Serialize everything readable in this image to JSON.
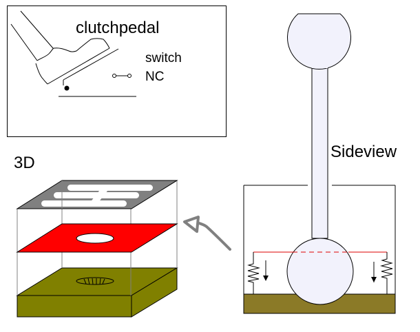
{
  "panels": {
    "clutch": {
      "title": "clutchpedal",
      "switch_label": "switch",
      "switch_state": "NC"
    },
    "three_d": {
      "title": "3D"
    },
    "side_view": {
      "title": "Sideview"
    }
  },
  "colors": {
    "gate_plate": "#808080",
    "switch_plate": "#ff0000",
    "base_3d": "#808000",
    "ground_side": "#8b7a27",
    "lever_fill": "#f2f2fc",
    "trigger_line": "#dd0000",
    "arrow": "#808080"
  }
}
